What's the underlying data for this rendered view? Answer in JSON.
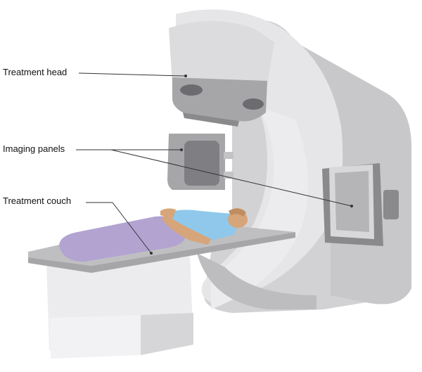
{
  "labels": {
    "treatment_head": "Treatment head",
    "imaging_panels": "Imaging panels",
    "treatment_couch": "Treatment couch"
  },
  "colors": {
    "machine_light": "#e6e6e8",
    "machine_mid": "#d2d2d4",
    "machine_dark": "#a6a6a9",
    "machine_shadow": "#8a8a8d",
    "couch_top": "#bfbfc1",
    "couch_base": "#ececee",
    "blanket": "#b2a3d1",
    "shirt": "#8fc8ea",
    "skin": "#d7a57a",
    "leader_line": "#333333"
  }
}
